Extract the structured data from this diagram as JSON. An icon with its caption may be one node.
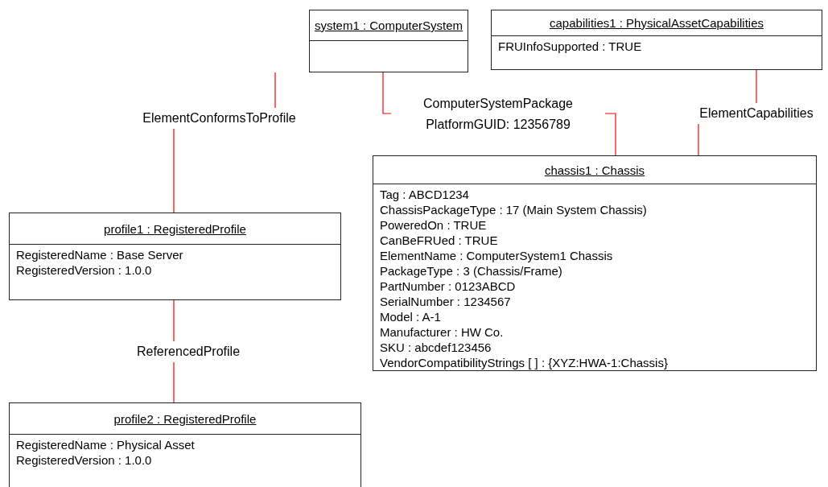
{
  "diagram": {
    "nodes": [
      {
        "text": [
          "system1 : ComputerSystem"
        ]
      },
      {
        "text": [
          "capabilities1 : PhysicalAssetCapabilities",
          "FRUInfoSupported : TRUE"
        ]
      },
      {
        "text": [
          "chassis1 : Chassis",
          "Tag : ABCD1234",
          "ChassisPackageType : 17 (Main System Chassis)",
          "PoweredOn : TRUE",
          "CanBeFRUed : TRUE",
          "ElementName : ComputerSystem1 Chassis",
          "PackageType : 3 (Chassis/Frame)",
          "PartNumber : 0123ABCD",
          "SerialNumber : 1234567",
          "Model : A-1",
          "Manufacturer : HW Co.",
          "SKU : abcdef123456",
          "VendorCompatibilityStrings [ ] : {XYZ:HWA-1:Chassis}"
        ]
      },
      {
        "text": [
          "profile1 : RegisteredProfile",
          "RegisteredName : Base Server",
          "RegisteredVersion : 1.0.0"
        ]
      },
      {
        "text": [
          "profile2 : RegisteredProfile",
          "RegisteredName : Physical Asset",
          "RegisteredVersion : 1.0.0"
        ]
      }
    ],
    "edges": [
      {
        "from": 0,
        "to": 3,
        "arrow": "none",
        "label": "ElementConformsToProfile"
      },
      {
        "from": 0,
        "to": 2,
        "arrow": "none",
        "label": "ComputerSystemPackage PlatformGUID: 12356789"
      },
      {
        "from": 1,
        "to": 2,
        "arrow": "none",
        "label": "ElementCapabilities"
      },
      {
        "from": 3,
        "to": 4,
        "arrow": "none",
        "label": "ReferencedProfile"
      }
    ]
  }
}
